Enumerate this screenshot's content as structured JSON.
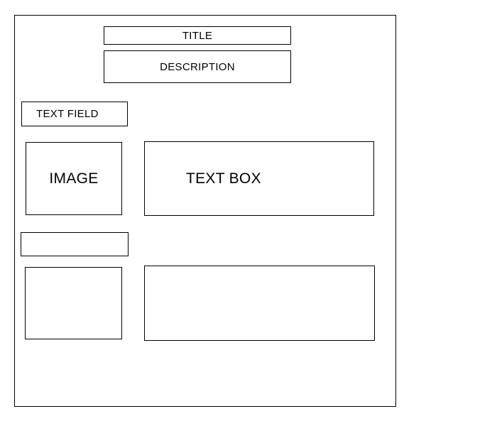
{
  "canvas": {
    "background_color": "#ffffff"
  },
  "frame": {
    "border_color": "#000000",
    "fill_color": "#ffffff",
    "text_color": "#000000"
  },
  "elements": {
    "title": {
      "label": "TITLE"
    },
    "description": {
      "label": "DESCRIPTION"
    },
    "text_field": {
      "label": "TEXT FIELD"
    },
    "image": {
      "label": "IMAGE"
    },
    "text_box": {
      "label": "TEXT BOX"
    },
    "empty_field": {
      "label": ""
    },
    "empty_image": {
      "label": ""
    },
    "empty_text_box": {
      "label": ""
    }
  }
}
